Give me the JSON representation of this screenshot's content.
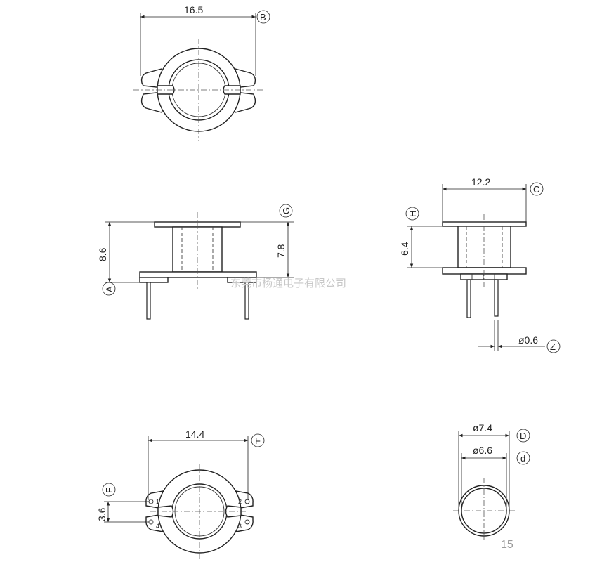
{
  "views": {
    "top": {
      "width_dim": "16.5",
      "tag": "B"
    },
    "front": {
      "height_dim": "8.6",
      "body_dim": "7.8",
      "tag_left": "A",
      "tag_right": "G"
    },
    "side": {
      "width_dim": "12.2",
      "height_dim": "6.4",
      "tag_top": "C",
      "tag_left": "H",
      "pin_dim": "ø0.6",
      "tag_pin": "Z"
    },
    "bottom": {
      "width_dim": "14.4",
      "pitch_dim": "3.6",
      "tag_top": "F",
      "tag_left": "E",
      "pin_labels": [
        "1",
        "2",
        "3",
        "4"
      ]
    },
    "core": {
      "outer_dim": "ø7.4",
      "inner_dim": "ø6.6",
      "tag_outer": "D",
      "tag_inner": "d"
    }
  },
  "watermark": "东莞市杨通电子有限公司",
  "page_number": "15"
}
